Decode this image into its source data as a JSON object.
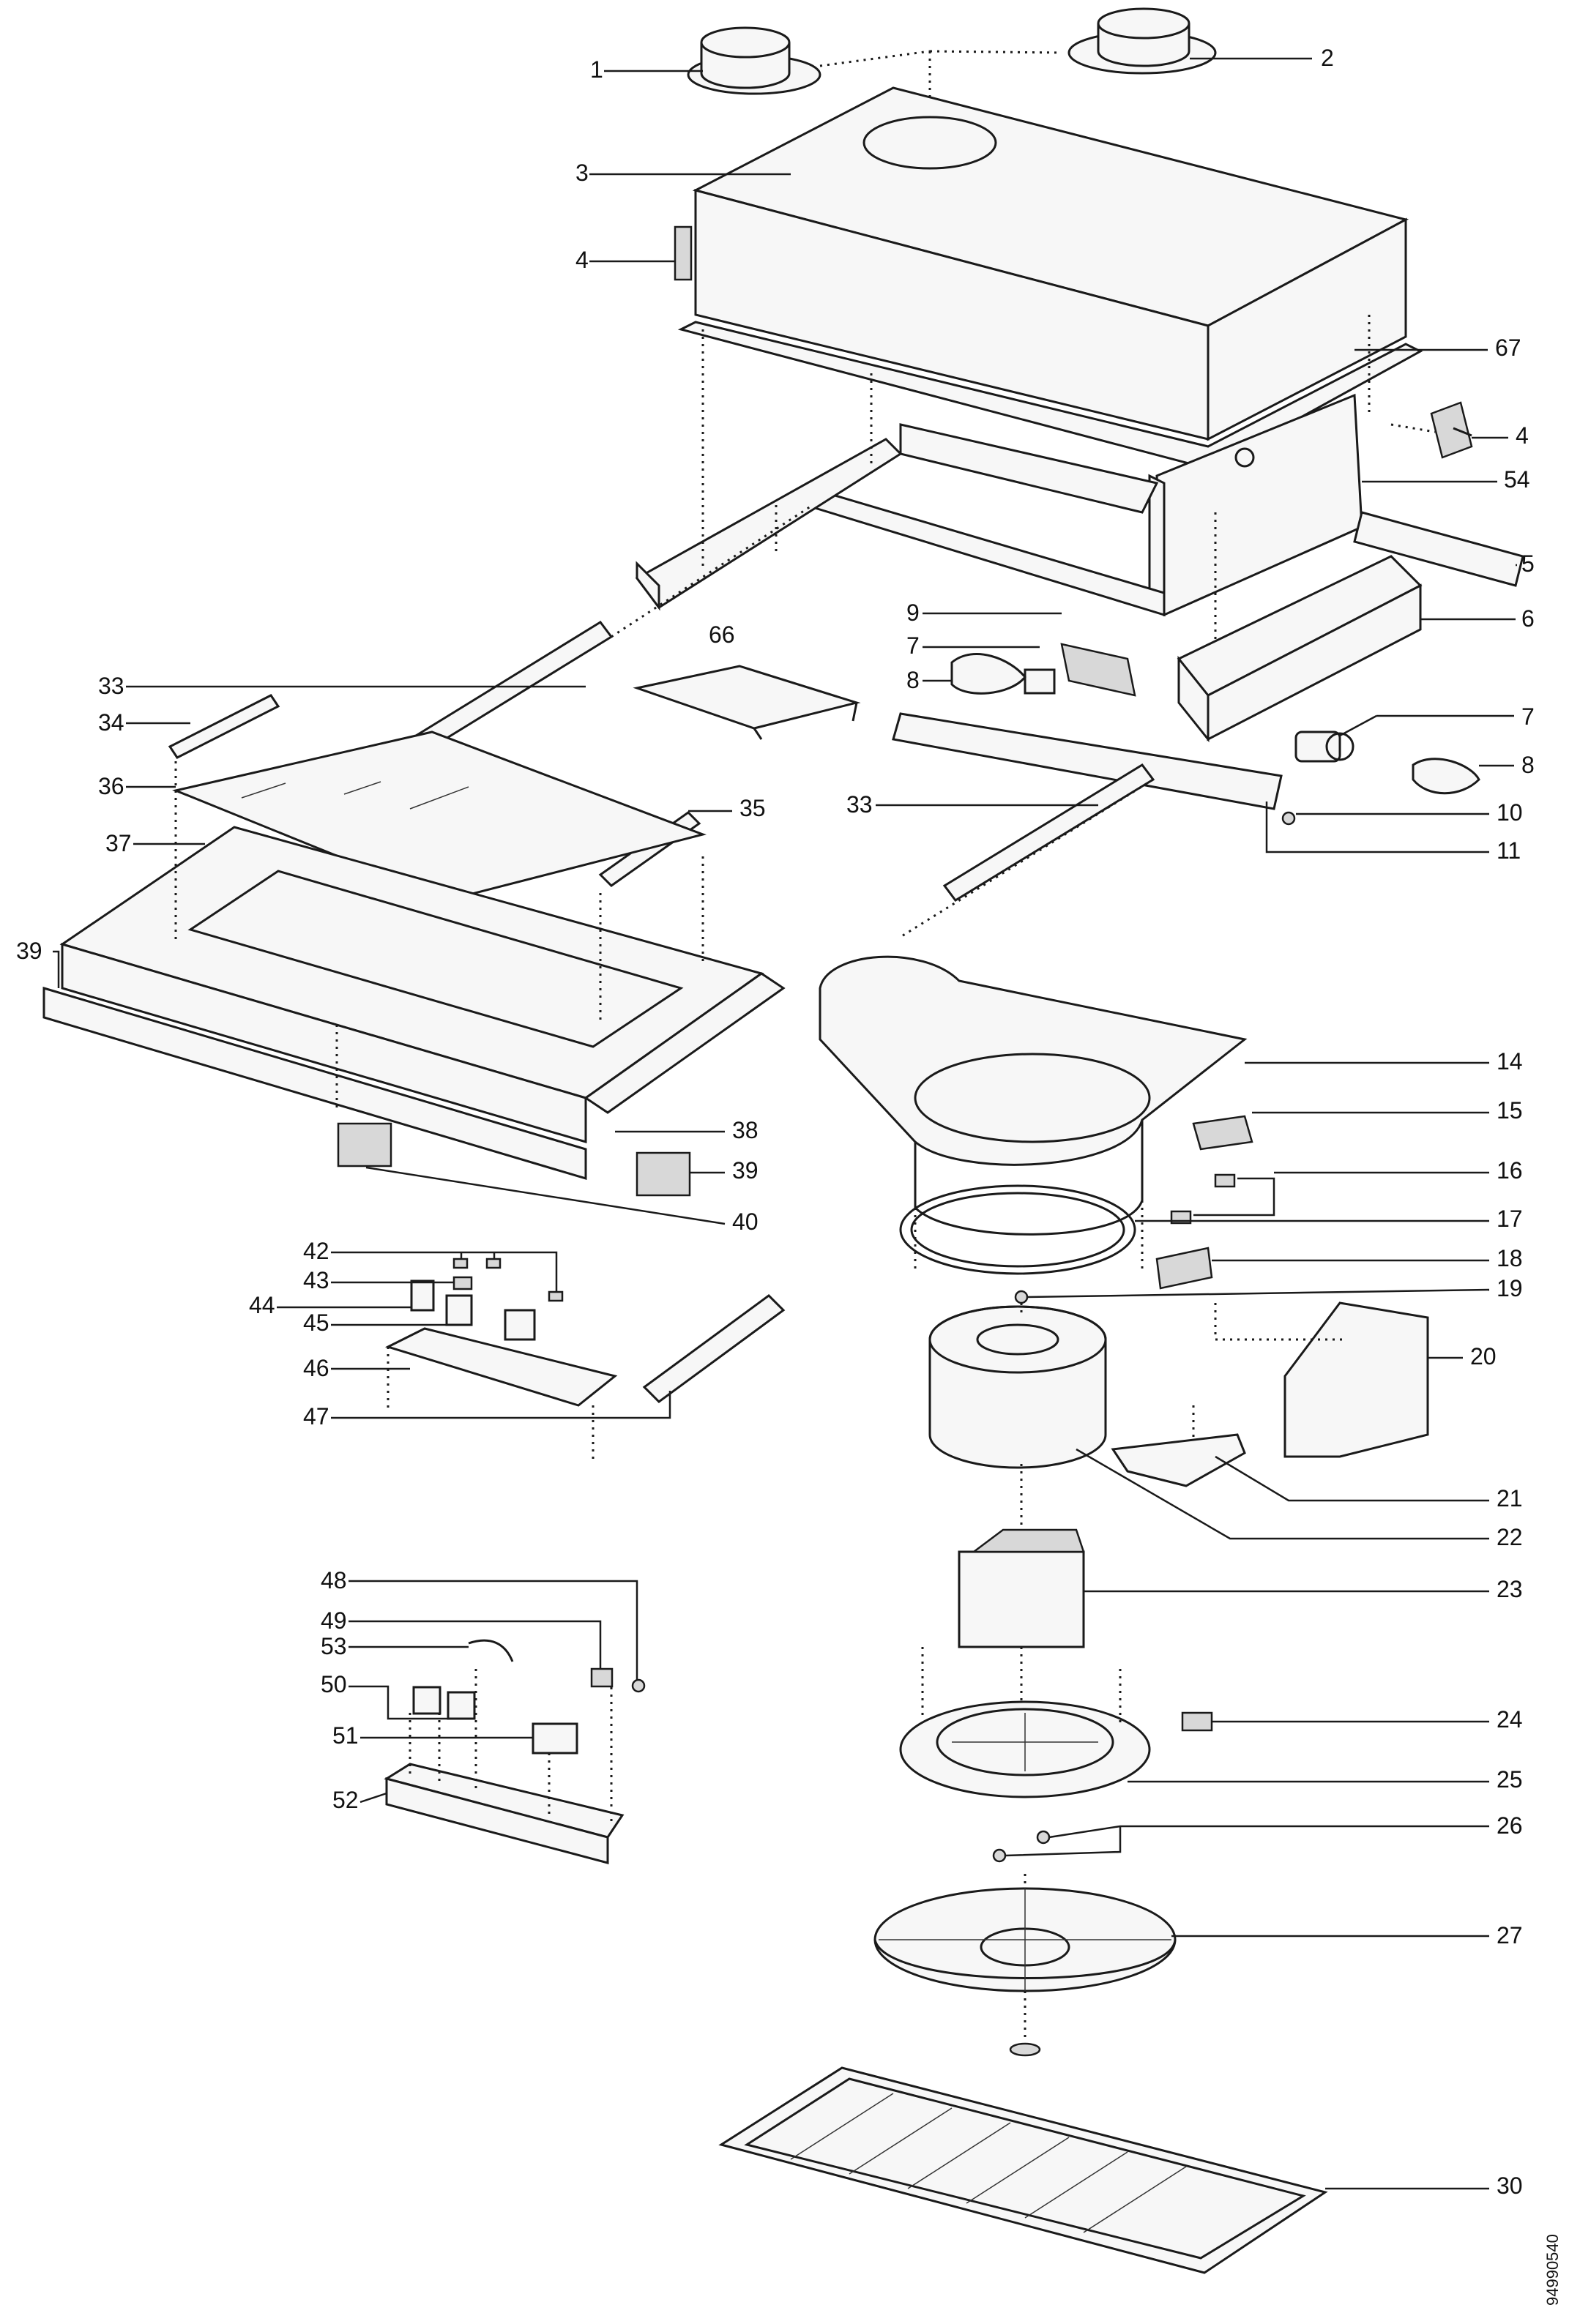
{
  "diagram": {
    "doc_number": "94990540",
    "part_labels": [
      "1",
      "2",
      "3",
      "4",
      "67",
      "4",
      "54",
      "5",
      "6",
      "9",
      "7",
      "8",
      "66",
      "33",
      "34",
      "36",
      "35",
      "33",
      "7",
      "8",
      "10",
      "11",
      "37",
      "39",
      "14",
      "15",
      "16",
      "38",
      "39",
      "40",
      "17",
      "42",
      "18",
      "43",
      "19",
      "44",
      "45",
      "46",
      "20",
      "47",
      "21",
      "22",
      "23",
      "48",
      "49",
      "53",
      "50",
      "24",
      "51",
      "25",
      "52",
      "26",
      "27",
      "30"
    ]
  }
}
